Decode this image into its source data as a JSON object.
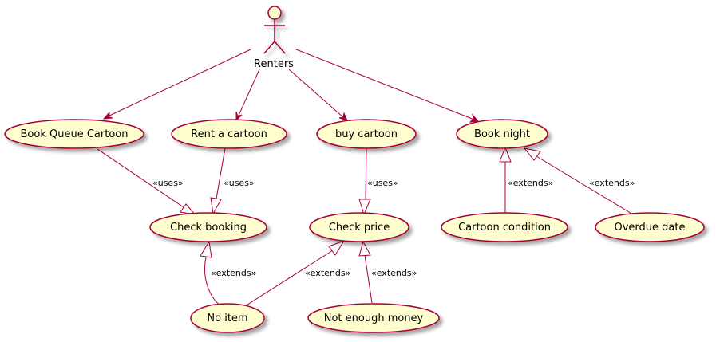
{
  "actor": {
    "label": "Renters",
    "icon": "stick-figure-actor-icon"
  },
  "use_cases": {
    "book_queue": "Book Queue Cartoon",
    "rent": "Rent a cartoon",
    "buy": "buy cartoon",
    "book_night": "Book night",
    "check_booking": "Check booking",
    "check_price": "Check price",
    "cartoon_condition": "Cartoon condition",
    "overdue_date": "Overdue date",
    "no_item": "No item",
    "not_enough_money": "Not enough money"
  },
  "relations": {
    "uses": "«uses»",
    "extends": "«extends»"
  },
  "colors": {
    "use_case_fill": "#FEFECE",
    "border": "#A80036",
    "text": "#000000"
  }
}
